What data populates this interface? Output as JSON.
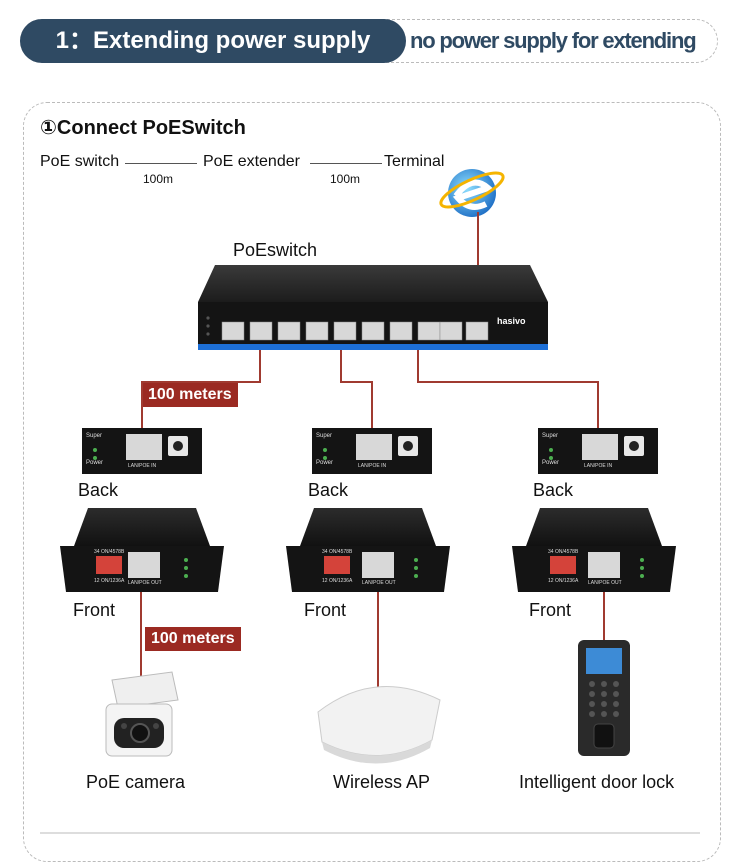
{
  "header": {
    "title": "1：Extending power supply",
    "subtitle": "no power supply for extending"
  },
  "section": {
    "heading": "①Connect PoESwitch",
    "chain": [
      "PoE switch",
      "PoE extender",
      "Terminal"
    ],
    "distances": [
      "100m",
      "100m"
    ]
  },
  "devices": {
    "switch_label": "PoEswitch",
    "switch_brand": "hasivo",
    "extender_back_label": "Back",
    "extender_front_label": "Front",
    "extender_back_text": {
      "super": "Super",
      "power": "Power",
      "port": "LAN/POE IN"
    },
    "extender_front_text": {
      "dip_top": "34 ON/4578B",
      "dip_bottom": "12 ON/1236A",
      "port": "LAN/POE OUT"
    },
    "terminals": [
      "PoE camera",
      "Wireless AP",
      "Intelligent door lock"
    ]
  },
  "annotations": {
    "distance_1": "100 meters",
    "distance_2": "100 meters"
  },
  "colors": {
    "header_bg": "#2f4a63",
    "accent_red": "#9b2a22",
    "cable": "#a03a30"
  }
}
